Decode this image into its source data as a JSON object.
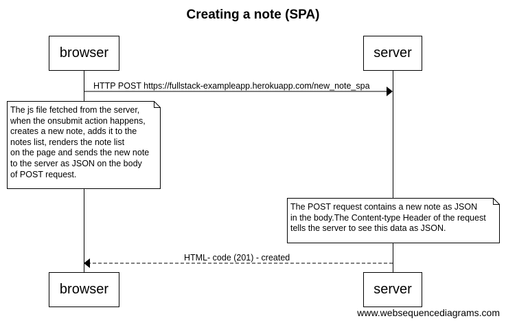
{
  "title": "Creating a note (SPA)",
  "participants": [
    "browser",
    "server"
  ],
  "messages": [
    {
      "from": "browser",
      "to": "server",
      "label": "HTTP POST https://fullstack-exampleapp.herokuapp.com/new_note_spa",
      "style": "solid"
    },
    {
      "from": "server",
      "to": "browser",
      "label": "HTML- code (201) - created",
      "style": "dashed"
    }
  ],
  "notes": [
    {
      "over": "browser",
      "text": "The js file fetched from the server,\nwhen the onsubmit action happens,\ncreates a new note, adds it to the\nnotes list, renders the note list\non the page and sends the new note\nto the server as JSON on the body\nof POST request."
    },
    {
      "over": "server",
      "text": "The POST request contains a new note as JSON\nin the body.The Content-type Header of the request\ntells the server to see this data as JSON."
    }
  ],
  "watermark": "www.websequencediagrams.com"
}
